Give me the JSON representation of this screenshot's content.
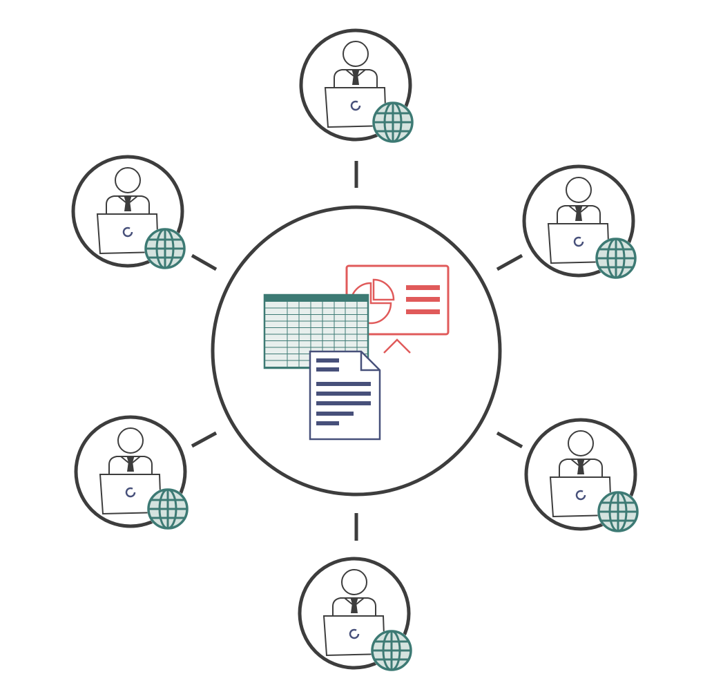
{
  "diagram": {
    "hub": {
      "icons": [
        "spreadsheet-icon",
        "presentation-icon",
        "document-icon"
      ]
    },
    "users": [
      {
        "id": "top",
        "icons": [
          "person-icon",
          "laptop-icon",
          "globe-icon"
        ]
      },
      {
        "id": "upper-right",
        "icons": [
          "person-icon",
          "laptop-icon",
          "globe-icon"
        ]
      },
      {
        "id": "lower-right",
        "icons": [
          "person-icon",
          "laptop-icon",
          "globe-icon"
        ]
      },
      {
        "id": "bottom",
        "icons": [
          "person-icon",
          "laptop-icon",
          "globe-icon"
        ]
      },
      {
        "id": "lower-left",
        "icons": [
          "person-icon",
          "laptop-icon",
          "globe-icon"
        ]
      },
      {
        "id": "upper-left",
        "icons": [
          "person-icon",
          "laptop-icon",
          "globe-icon"
        ]
      }
    ],
    "colors": {
      "outline": "#3d3d3d",
      "spreadsheet": "#3d7a74",
      "presentation": "#e05a5a",
      "document": "#47507a",
      "globe_fill": "#d5e3df",
      "globe_stroke": "#3d7a74",
      "sheet_fill": "#e8efed"
    }
  }
}
